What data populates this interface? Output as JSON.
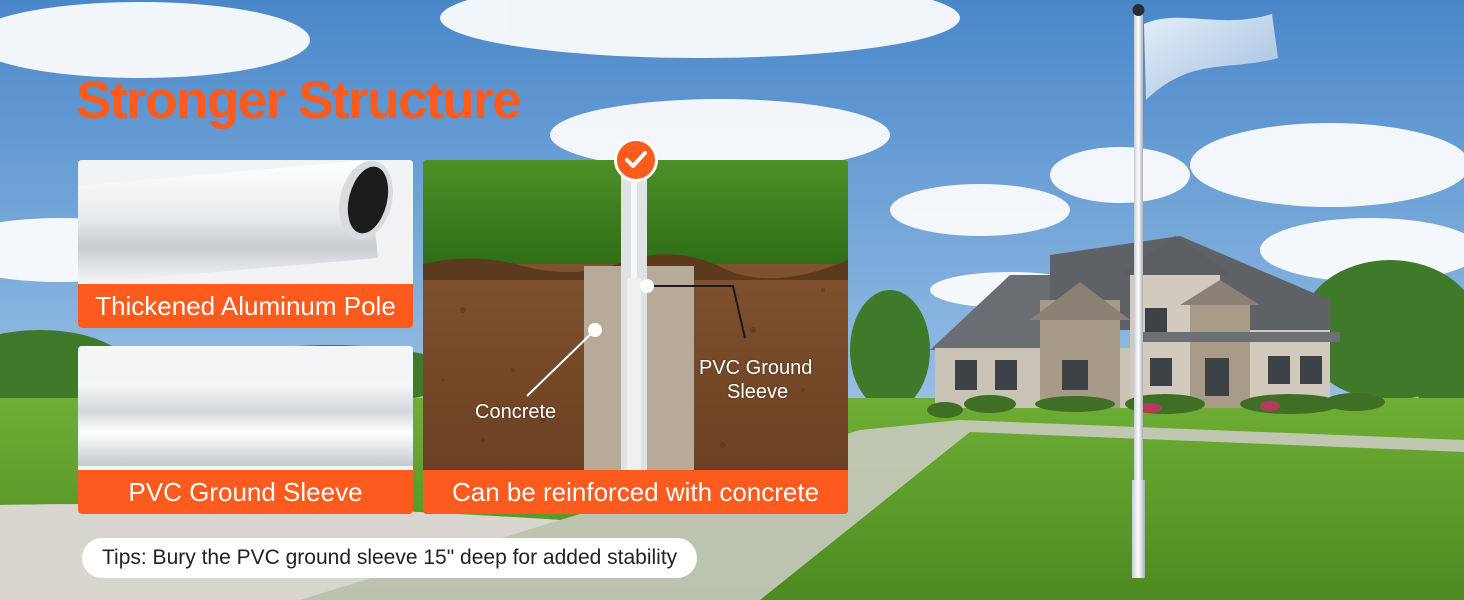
{
  "headline": "Stronger Structure",
  "cards": {
    "pole_label": "Thickened Aluminum Pole",
    "sleeve_label": "PVC Ground Sleeve",
    "concrete_label": "Can be reinforced with concrete"
  },
  "diagram": {
    "concrete": "Concrete",
    "pvc_line1": "PVC Ground",
    "pvc_line2": "Sleeve"
  },
  "tips": "Tips: Bury the PVC ground sleeve 15\" deep for added stability",
  "icons": {
    "check": "checkmark-icon"
  },
  "colors": {
    "accent": "#fd5a1e",
    "sky": "#6fa0d4",
    "grass": "#5e9a2a",
    "soil": "#7a4b2a",
    "concrete": "#b8aa98"
  }
}
